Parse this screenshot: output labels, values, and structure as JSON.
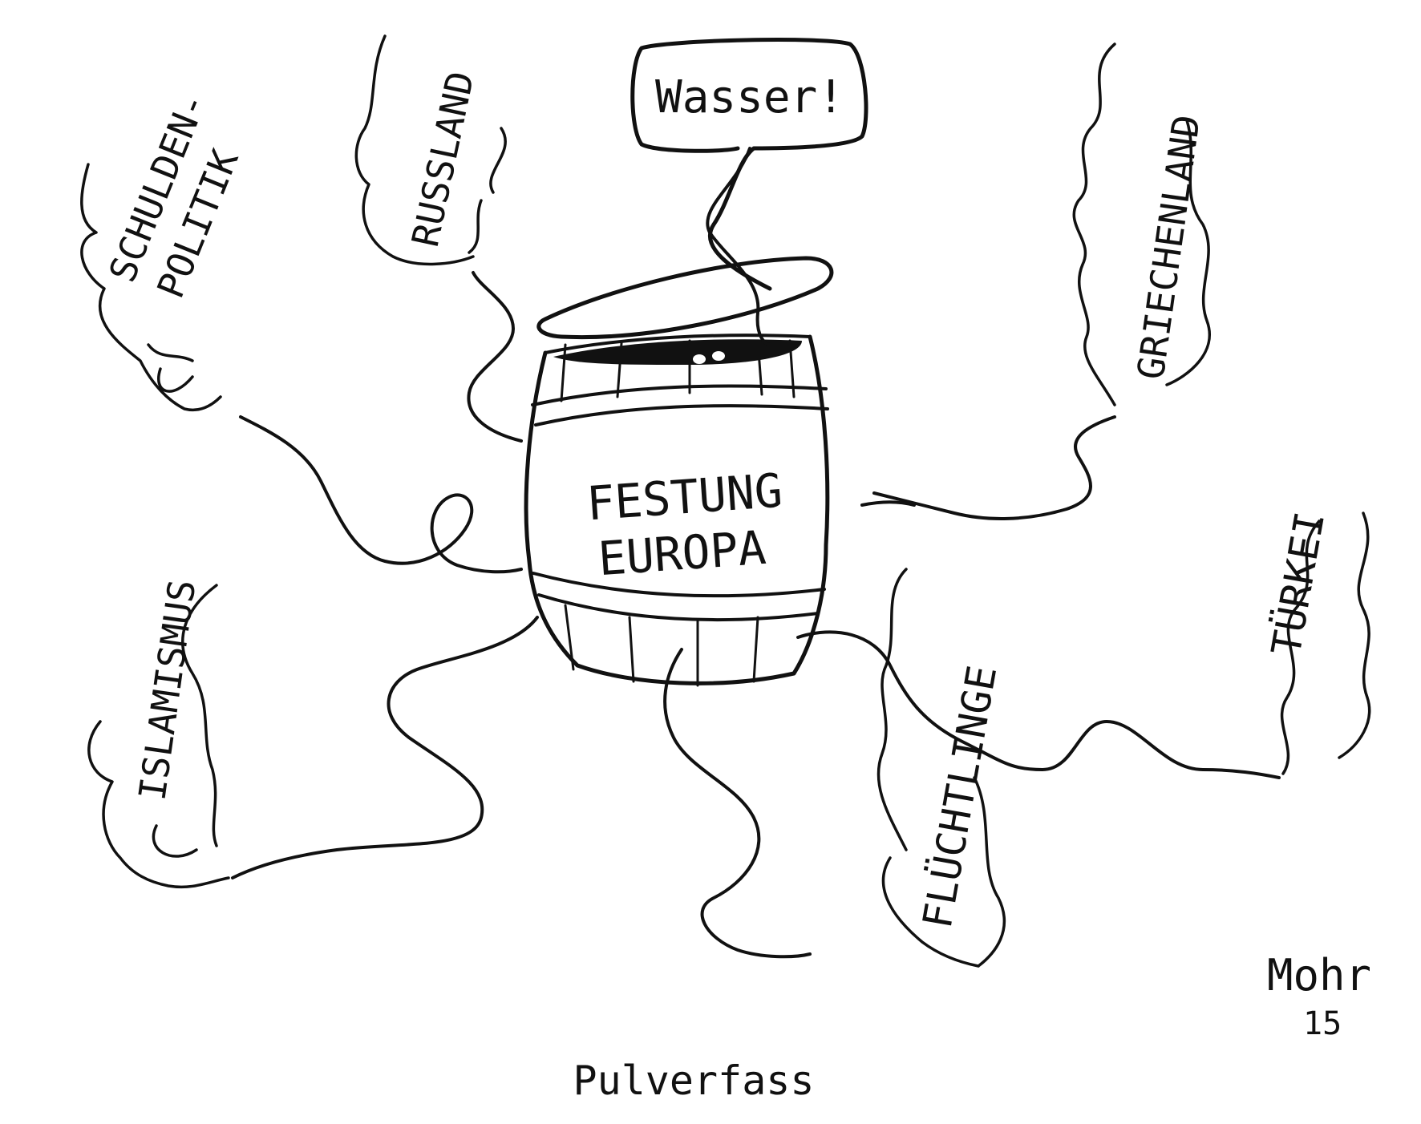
{
  "cartoon": {
    "barrel_label_line1": "FESTUNG",
    "barrel_label_line2": "EUROPA",
    "speech_bubble": "Wasser!",
    "caption": "Pulverfass",
    "signature_name": "Mohr",
    "signature_year": "15",
    "fuses": [
      {
        "id": "schulden",
        "line1": "SCHULDEN-",
        "line2": "POLITIK"
      },
      {
        "id": "russland",
        "line1": "RUSSLAND"
      },
      {
        "id": "griechenland",
        "line1": "GRIECHENLAND"
      },
      {
        "id": "islamismus",
        "line1": "ISLAMISMUS"
      },
      {
        "id": "fluechtlinge",
        "line1": "FLÜCHTLINGE"
      },
      {
        "id": "tuerkei",
        "line1": "TÜRKEI"
      }
    ]
  }
}
